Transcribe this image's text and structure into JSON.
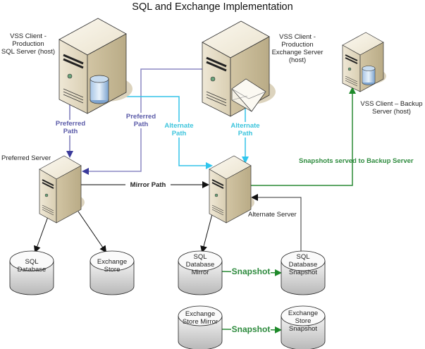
{
  "title": "SQL and Exchange Implementation",
  "colors": {
    "preferred_path": "#4a4aa0",
    "alternate_path": "#33c3e8",
    "mirror_path": "#333333",
    "snapshot_path": "#2a8a35",
    "server_body": "#e8dfc9",
    "server_shadow": "#d8cfb4",
    "database_fill": "#e0e0e0"
  },
  "nodes": {
    "sql_host": {
      "label_lines": [
        "VSS Client -",
        "Production",
        "SQL Server (host)"
      ],
      "icon": "server-with-database-icon"
    },
    "exchange_host": {
      "label_lines": [
        "VSS Client -",
        "Production",
        "Exchange Server",
        "(host)"
      ],
      "icon": "server-with-mail-icon"
    },
    "backup_host": {
      "label_lines": [
        "VSS Client – Backup",
        "Server (host)"
      ],
      "icon": "server-with-database-icon"
    },
    "preferred_server": {
      "label": "Preferred Server",
      "icon": "server-icon"
    },
    "alternate_server": {
      "label": "Alternate Server",
      "icon": "server-icon"
    },
    "sql_database": {
      "label_lines": [
        "SQL",
        "Database"
      ],
      "icon": "database-icon"
    },
    "exchange_store": {
      "label_lines": [
        "Exchange",
        "Store"
      ],
      "icon": "database-icon"
    },
    "sql_db_mirror": {
      "label_lines": [
        "SQL",
        "Database",
        "Mirror"
      ],
      "icon": "database-icon"
    },
    "sql_db_snapshot": {
      "label_lines": [
        "SQL",
        "Database",
        "Snapshot"
      ],
      "icon": "database-icon"
    },
    "exchange_store_mirror": {
      "label_lines": [
        "Exchange",
        "Store Mirror"
      ],
      "icon": "database-icon"
    },
    "exchange_store_snapshot": {
      "label_lines": [
        "Exchange",
        "Store",
        "Snapshot"
      ],
      "icon": "database-icon"
    }
  },
  "edges": {
    "sql_preferred": {
      "label_lines": [
        "Preferred",
        "Path"
      ]
    },
    "exchange_preferred": {
      "label_lines": [
        "Preferred",
        "Path"
      ]
    },
    "sql_alternate": {
      "label_lines": [
        "Alternate",
        "Path"
      ]
    },
    "exchange_alternate": {
      "label_lines": [
        "Alternate",
        "Path"
      ]
    },
    "mirror": {
      "label": "Mirror Path"
    },
    "snapshots_backup": {
      "label": "Snapshots served to Backup Server"
    },
    "sql_snapshot": {
      "label": "Snapshot"
    },
    "exchange_snapshot": {
      "label": "Snapshot"
    }
  }
}
